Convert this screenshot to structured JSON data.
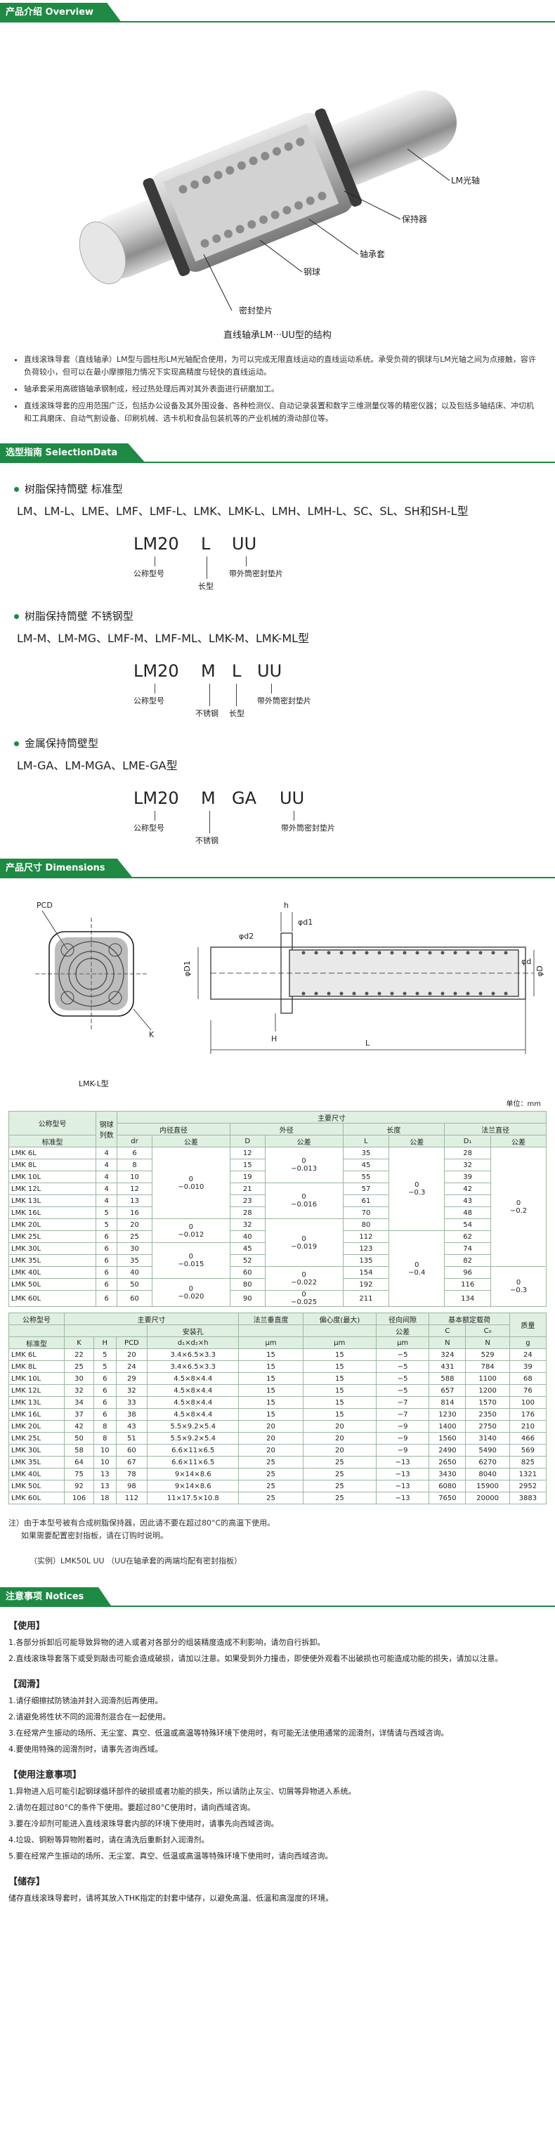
{
  "overview": {
    "title": "产品介绍  Overview"
  },
  "hero": {
    "labels": {
      "shaft": "LM光轴",
      "retainer": "保持器",
      "outer": "轴承套",
      "ball": "钢球",
      "seal": "密封垫片"
    },
    "caption": "直线轴承LM···UU型的结构"
  },
  "bullets": [
    "直线滚珠导套（直线轴承）LM型与圆柱形LM光轴配合使用，为可以完成无限直线运动的直线运动系统。承受负荷的钢球与LM光轴之间为点接触，容许负荷较小，但可以在最小摩擦阻力情况下实现高精度与轻快的直线运动。",
    "轴承套采用高碳铬轴承钢制成，经过热处理后再对其外表面进行研磨加工。",
    "直线滚珠导套的应用范围广泛，包括办公设备及其外围设备、各种检测仪、自动记录装置和数字三维测量仪等的精密仪器；以及包括多轴结床、冲切机和工具磨床、自动气割设备、印刷机械、选卡机和食品包装机等的产业机械的滑动部位等。"
  ],
  "selection": {
    "title": "选型指南  SelectionData",
    "groups": [
      {
        "title": "树脂保持筒壁 标准型",
        "series": "LM、LM-L、LME、LMF、LMF-L、LMK、LMK-L、LMH、LMH-L、SC、SL、SH和SH-L型",
        "code": [
          "LM20",
          "L",
          "UU"
        ],
        "labels": [
          "公称型号",
          "长型",
          "带外筒密封垫片"
        ]
      },
      {
        "title": "树脂保持筒壁 不锈钢型",
        "series": "LM-M、LM-MG、LMF-M、LMF-ML、LMK-M、LMK-ML型",
        "code": [
          "LM20",
          "M",
          "L",
          "UU"
        ],
        "labels": [
          "公称型号",
          "不锈钢",
          "长型",
          "带外筒密封垫片"
        ]
      },
      {
        "title": "金属保持筒壁型",
        "series": "LM-GA、LM-MGA、LME-GA型",
        "code": [
          "LM20",
          "M",
          "GA",
          "UU"
        ],
        "labels": [
          "公称型号",
          "不锈钢",
          "带外筒密封垫片"
        ]
      }
    ]
  },
  "dimensions": {
    "title": "产品尺寸  Dimensions",
    "drawing": {
      "model": "LMK-L型",
      "pcd": "PCD",
      "phi_d": "φd",
      "phi_D": "φD",
      "phi_d1": "φd1",
      "phi_d2": "φd2",
      "phi_D1": "φD1",
      "h": "h",
      "H": "H",
      "L": "L",
      "K": "K"
    },
    "unit": "单位：mm",
    "table1": {
      "headers": {
        "model": "公称型号",
        "balls": "钢球列数",
        "main": "主要尺寸",
        "inner": "内径直径",
        "outer": "外径",
        "length": "长度",
        "flange": "法兰直径",
        "std": "标准型",
        "dr": "dr",
        "tol": "公差",
        "D": "D",
        "L": "L",
        "D1": "D₁"
      },
      "rows": [
        [
          "LMK 6L",
          "4",
          "6",
          "12",
          "35",
          "28"
        ],
        [
          "LMK 8L",
          "4",
          "8",
          "15",
          "45",
          "32"
        ],
        [
          "LMK 10L",
          "4",
          "10",
          "19",
          "55",
          "39"
        ],
        [
          "LMK 12L",
          "4",
          "12",
          "21",
          "57",
          "42"
        ],
        [
          "LMK 13L",
          "4",
          "13",
          "23",
          "61",
          "43"
        ],
        [
          "LMK 16L",
          "5",
          "16",
          "28",
          "70",
          "48"
        ],
        [
          "LMK 20L",
          "5",
          "20",
          "32",
          "80",
          "54"
        ],
        [
          "LMK 25L",
          "6",
          "25",
          "40",
          "112",
          "62"
        ],
        [
          "LMK 30L",
          "6",
          "30",
          "45",
          "123",
          "74"
        ],
        [
          "LMK 35L",
          "6",
          "35",
          "52",
          "135",
          "82"
        ],
        [
          "LMK 40L",
          "6",
          "40",
          "60",
          "154",
          "96"
        ],
        [
          "LMK 50L",
          "6",
          "50",
          "80",
          "192",
          "116"
        ],
        [
          "LMK 60L",
          "6",
          "60",
          "90",
          "211",
          "134"
        ]
      ],
      "tols": {
        "dr1": "0\n−0.010",
        "dr2": "0\n−0.012",
        "dr3": "0\n−0.015",
        "dr4": "0\n−0.020",
        "D1": "0\n−0.013",
        "D2": "0\n−0.016",
        "D3": "0\n−0.019",
        "D4": "0\n−0.022",
        "D5": "0\n−0.025",
        "L1": "0\n−0.3",
        "L2": "0\n−0.4",
        "F1": "0\n−0.2",
        "F2": "0\n−0.3"
      }
    },
    "table2": {
      "headers": {
        "model": "公称型号",
        "main": "主要尺寸",
        "holes": "安装孔",
        "hdr": "d₁×d₂×h",
        "perp": "法兰垂直度",
        "ecc": "偏心度(最大)",
        "tol": "径向间隙",
        "tolsub": "公差",
        "load": "基本额定载荷",
        "mass": "质量",
        "std": "标准型",
        "K": "K",
        "H": "H",
        "PCD": "PCD",
        "um": "μm",
        "C": "C",
        "C0": "C₀",
        "N": "N",
        "g": "g"
      },
      "rows": [
        [
          "LMK 6L",
          "22",
          "5",
          "20",
          "3.4×6.5×3.3",
          "15",
          "15",
          "−5",
          "324",
          "529",
          "24"
        ],
        [
          "LMK 8L",
          "25",
          "5",
          "24",
          "3.4×6.5×3.3",
          "15",
          "15",
          "−5",
          "431",
          "784",
          "39"
        ],
        [
          "LMK 10L",
          "30",
          "6",
          "29",
          "4.5×8×4.4",
          "15",
          "15",
          "−5",
          "588",
          "1100",
          "68"
        ],
        [
          "LMK 12L",
          "32",
          "6",
          "32",
          "4.5×8×4.4",
          "15",
          "15",
          "−5",
          "657",
          "1200",
          "76"
        ],
        [
          "LMK 13L",
          "34",
          "6",
          "33",
          "4.5×8×4.4",
          "15",
          "15",
          "−7",
          "814",
          "1570",
          "100"
        ],
        [
          "LMK 16L",
          "37",
          "6",
          "38",
          "4.5×8×4.4",
          "15",
          "15",
          "−7",
          "1230",
          "2350",
          "176"
        ],
        [
          "LMK 20L",
          "42",
          "8",
          "43",
          "5.5×9.2×5.4",
          "20",
          "20",
          "−9",
          "1400",
          "2750",
          "210"
        ],
        [
          "LMK 25L",
          "50",
          "8",
          "51",
          "5.5×9.2×5.4",
          "20",
          "20",
          "−9",
          "1560",
          "3140",
          "466"
        ],
        [
          "LMK 30L",
          "58",
          "10",
          "60",
          "6.6×11×6.5",
          "20",
          "20",
          "−9",
          "2490",
          "5490",
          "569"
        ],
        [
          "LMK 35L",
          "64",
          "10",
          "67",
          "6.6×11×6.5",
          "25",
          "25",
          "−13",
          "2650",
          "6270",
          "825"
        ],
        [
          "LMK 40L",
          "75",
          "13",
          "78",
          "9×14×8.6",
          "25",
          "25",
          "−13",
          "3430",
          "8040",
          "1321"
        ],
        [
          "LMK 50L",
          "92",
          "13",
          "98",
          "9×14×8.6",
          "25",
          "25",
          "−13",
          "6080",
          "15900",
          "2952"
        ],
        [
          "LMK 60L",
          "106",
          "18",
          "112",
          "11×17.5×10.8",
          "25",
          "25",
          "−13",
          "7650",
          "20000",
          "3883"
        ]
      ]
    },
    "notes": [
      "注）由于本型号被有合成树脂保持器，因此请不要在超过80°C的高温下使用。",
      "如果需要配置密封指板，请在订购时说明。",
      "（实例）LMK50L  UU  （UU在轴承套的两端均配有密封指板）"
    ]
  },
  "notices": {
    "title": "注意事项  Notices",
    "sections": [
      {
        "heading": "【使用】",
        "items": [
          "1.各部分拆卸后可能导致异物的进入或者对各部分的组装精度造成不利影响，请勿自行拆卸。",
          "2.直线滚珠导套落下或受到敲击可能会造成破损，请加以注意。如果受到外力撞击，即使使外观看不出破损也可能造成功能的损失，请加以注意。"
        ]
      },
      {
        "heading": "【润滑】",
        "items": [
          "1.请仔细擦拭防锈油并封入润滑剂后再使用。",
          "2.请避免将性状不同的润滑剂混合在一起使用。",
          "3.在经常产生振动的场所、无尘室、真空、低温或高温等特殊环境下使用时，有可能无法使用通常的润滑剂，详情请与西域咨询。",
          "4.要使用特殊的润滑剂时，请事先咨询西域。"
        ]
      },
      {
        "heading": "【使用注意事项】",
        "items": [
          "1.异物进入后可能引起钢球循环部件的破损或者功能的损失，所以请防止灰尘、切屑等异物进入系统。",
          "2.请勿在超过80°C的条件下使用。要超过80°C使用时，请向西域咨询。",
          "3.要在冷却剂可能进入直线滚珠导套内部的环境下使用时，请事先向西域咨询。",
          "4.垃圾、铜粉等异物附着时，请在清洗后重新封入润滑剂。",
          "5.要在经常产生振动的场所、无尘室、真空、低温或高温等特殊环境下使用时，请向西域咨询。"
        ]
      },
      {
        "heading": "【储存】",
        "items": [
          "储存直线滚珠导套时，请将其放入THK指定的封套中储存，以避免高温、低温和高湿度的环境。"
        ]
      }
    ]
  },
  "colors": {
    "accent": "#1e8a44",
    "header_bg": "#dff0e3"
  }
}
